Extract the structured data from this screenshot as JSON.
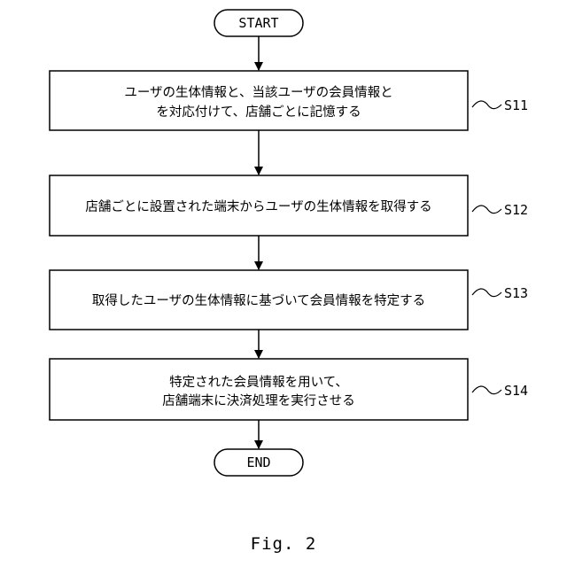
{
  "flowchart": {
    "start_label": "START",
    "end_label": "END",
    "steps": [
      {
        "id": "S11",
        "lines": [
          "ユーザの生体情報と、当該ユーザの会員情報と",
          "を対応付けて、店舗ごとに記憶する"
        ]
      },
      {
        "id": "S12",
        "lines": [
          "店舗ごとに設置された端末からユーザの生体情報を取得する"
        ]
      },
      {
        "id": "S13",
        "lines": [
          "取得したユーザの生体情報に基づいて会員情報を特定する"
        ]
      },
      {
        "id": "S14",
        "lines": [
          "特定された会員情報を用いて、",
          "店舗端末に決済処理を実行させる"
        ]
      }
    ]
  },
  "figure_caption": "Fig. 2"
}
